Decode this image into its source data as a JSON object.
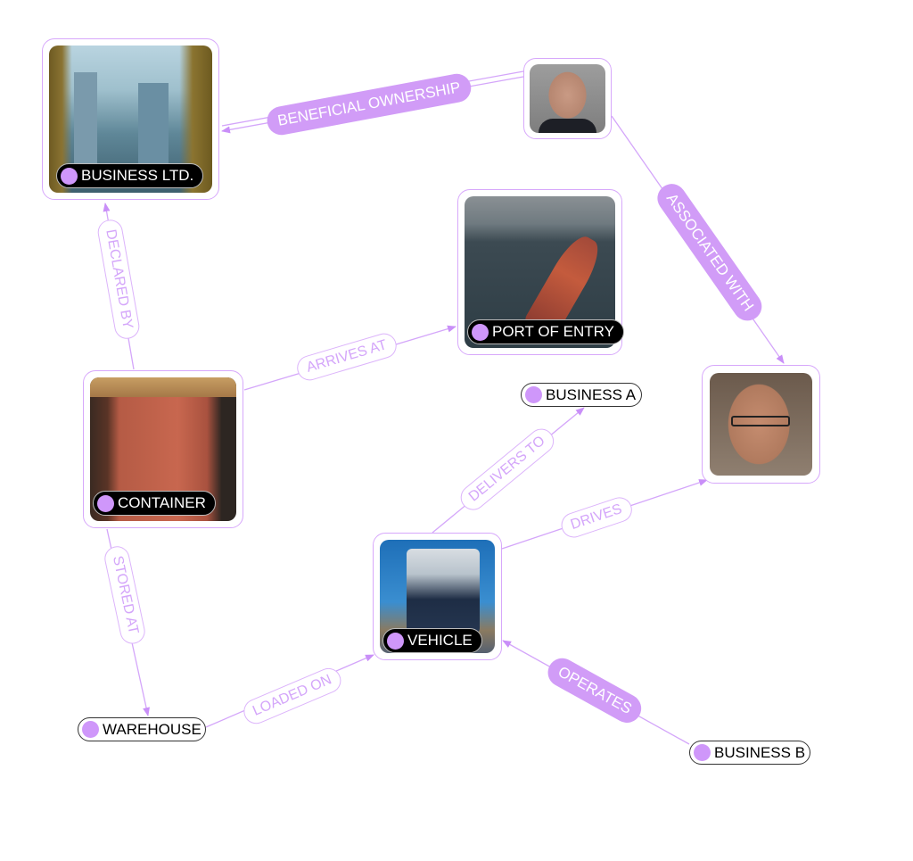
{
  "colors": {
    "accent": "#d19cf7",
    "edge": "#d4a6fa",
    "tag_dot": "#cf97fa"
  },
  "nodes": {
    "business_ltd": {
      "label": "BUSINESS LTD.",
      "image": "city-skyscrapers"
    },
    "person_1": {
      "image": "man-portrait-suit"
    },
    "port": {
      "label": "PORT OF ENTRY",
      "image": "container-ship-port"
    },
    "person_2": {
      "image": "man-portrait-glasses"
    },
    "container": {
      "label": "CONTAINER",
      "image": "shipping-container"
    },
    "vehicle": {
      "label": "VEHICLE",
      "image": "truck"
    },
    "business_a": {
      "label": "BUSINESS A"
    },
    "warehouse": {
      "label": "WAREHOUSE"
    },
    "business_b": {
      "label": "BUSINESS B"
    }
  },
  "edges": {
    "beneficial_ownership": {
      "label": "BENEFICIAL OWNERSHIP",
      "from": "person_1",
      "to": "business_ltd",
      "style": "filled"
    },
    "declared_by": {
      "label": "DECLARED BY",
      "from": "container",
      "to": "business_ltd",
      "style": "outline"
    },
    "arrives_at": {
      "label": "ARRIVES AT",
      "from": "container",
      "to": "port",
      "style": "outline"
    },
    "associated_with": {
      "label": "ASSOCIATED WITH",
      "from": "person_1",
      "to": "person_2",
      "style": "filled"
    },
    "delivers_to": {
      "label": "DELIVERS TO",
      "from": "vehicle",
      "to": "business_a",
      "style": "outline"
    },
    "drives": {
      "label": "DRIVES",
      "from": "vehicle",
      "to": "person_2",
      "style": "outline"
    },
    "stored_at": {
      "label": "STORED AT",
      "from": "container",
      "to": "warehouse",
      "style": "outline"
    },
    "loaded_on": {
      "label": "LOADED ON",
      "from": "warehouse",
      "to": "vehicle",
      "style": "outline"
    },
    "operates": {
      "label": "OPERATES",
      "from": "business_b",
      "to": "vehicle",
      "style": "filled"
    }
  }
}
